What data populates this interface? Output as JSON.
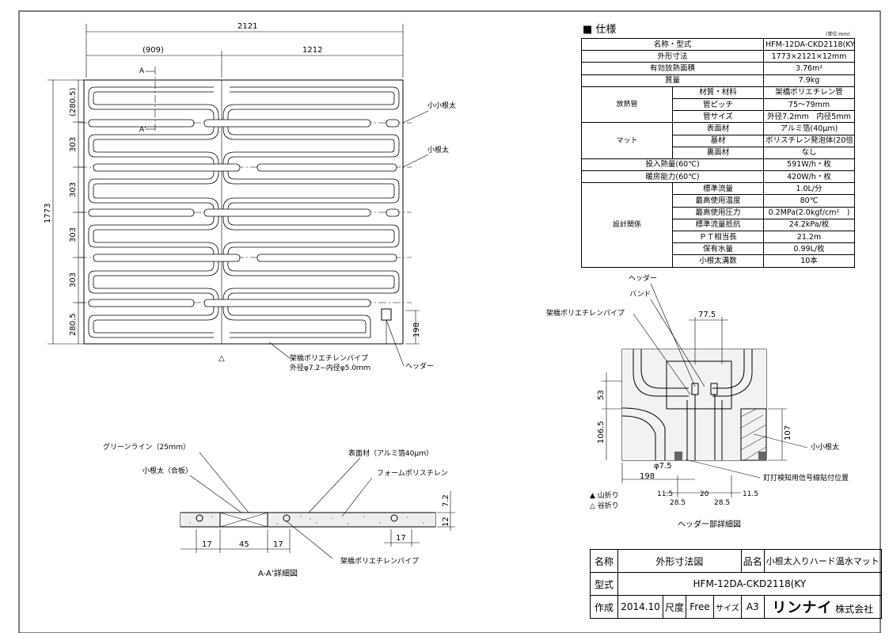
{
  "plan": {
    "dim_total_width": "2121",
    "dim_left_width": "(909)",
    "dim_right_width": "1212",
    "dim_height": "1773",
    "dim_row_top": "(280.5)",
    "dim_row_2": "303",
    "dim_row_3": "303",
    "dim_row_4": "303",
    "dim_row_5": "303",
    "dim_row_bottom": "280.5",
    "dim_header": "198",
    "section_mark_top": "A",
    "section_mark_bottom": "A'",
    "label_small_joist_short": "小小根太",
    "label_small_joist": "小根太",
    "label_pipe": "架橋ポリエチレンパイプ",
    "label_pipe_dims": "外径φ7.2−内径φ5.0ｍｍ",
    "label_header": "ヘッダー",
    "fold_marker": "△"
  },
  "spec": {
    "title": "仕様",
    "unit": "(単位:mm)",
    "rows": [
      {
        "label": "名称・型式",
        "value": "HFM-12DA-CKD2118(KY"
      },
      {
        "label": "外形寸法",
        "value": "1773×2121×12mm"
      },
      {
        "label": "有効放熱面積",
        "value": "3.76m²"
      },
      {
        "label": "質量",
        "value": "7.9kg"
      }
    ],
    "group_pipe": "放熱管",
    "pipe_rows": [
      {
        "label": "材質・材料",
        "value": "架橋ポリエチレン管"
      },
      {
        "label": "管ピッチ",
        "value": "75〜79mm"
      },
      {
        "label": "管サイズ",
        "value": "外径7.2mm　内径5mm"
      }
    ],
    "group_mat": "マット",
    "mat_rows": [
      {
        "label": "表面材",
        "value": "アルミ箔(40μm)"
      },
      {
        "label": "基材",
        "value": "ポリスチレン発泡体(20倍)"
      },
      {
        "label": "裏面材",
        "value": "なし"
      }
    ],
    "mid_rows": [
      {
        "label": "投入熱量(60℃)",
        "value": "591W/h・枚"
      },
      {
        "label": "暖房能力(60℃)",
        "value": "420W/h・枚"
      }
    ],
    "group_design": "設計関係",
    "design_rows": [
      {
        "label": "標準流量",
        "value": "1.0L/分"
      },
      {
        "label": "最高使用温度",
        "value": "80℃"
      },
      {
        "label": "最高使用圧力",
        "value": "0.2MPa(2.0kgf/cm²　)"
      },
      {
        "label": "標準流量抵抗",
        "value": "24.2kPa/枚"
      },
      {
        "label": "ＰＴ相当長",
        "value": "21.2m"
      },
      {
        "label": "保有水量",
        "value": "0.99L/枚"
      },
      {
        "label": "小根太溝数",
        "value": "10本"
      }
    ]
  },
  "section": {
    "label_green_line": "グリーンライン（25ｍｍ）",
    "label_small_joist": "小根太（合板）",
    "label_surface": "表面材（アルミ箔40μｍ）",
    "label_foam": "フォームポリスチレン",
    "label_pipe": "架橋ポリエチレンパイプ",
    "dim_17a": "17",
    "dim_45": "45",
    "dim_17b": "17",
    "dim_17c": "17",
    "dim_72": "7.2",
    "dim_12": "12",
    "caption": "A-A’詳細図"
  },
  "header_detail": {
    "label_header": "ヘッダー",
    "label_band": "バンド",
    "label_pipe": "架橋ポリエチレンパイプ",
    "dim_775": "77.5",
    "dim_53": "53",
    "dim_1065": "106.5",
    "dim_107": "107",
    "dim_phi75": "φ7.5",
    "dim_198": "198",
    "dim_115a": "11.5",
    "dim_285a": "28.5",
    "dim_20": "20",
    "dim_285b": "28.5",
    "dim_115b": "11.5",
    "label_small_joist_short": "小小根太",
    "label_nail": "釘打検知用信号線貼付位置",
    "legend_mountain": "▲ 山折り",
    "legend_valley": "△ 谷折り",
    "caption": "ヘッダー部詳細図"
  },
  "title_block": {
    "name_label": "名称",
    "name_value": "外形寸法図",
    "product_label": "品名",
    "product_value": "小根太入りハード温水マット",
    "model_label": "型式",
    "model_value": "HFM-12DA-CKD2118(KY",
    "made_label": "作成",
    "made_value": "2014.10",
    "scale_label": "尺度",
    "scale_value": "Free",
    "size_label": "サイズ",
    "size_value": "A3",
    "brand": "リンナイ",
    "company": "株式会社"
  }
}
